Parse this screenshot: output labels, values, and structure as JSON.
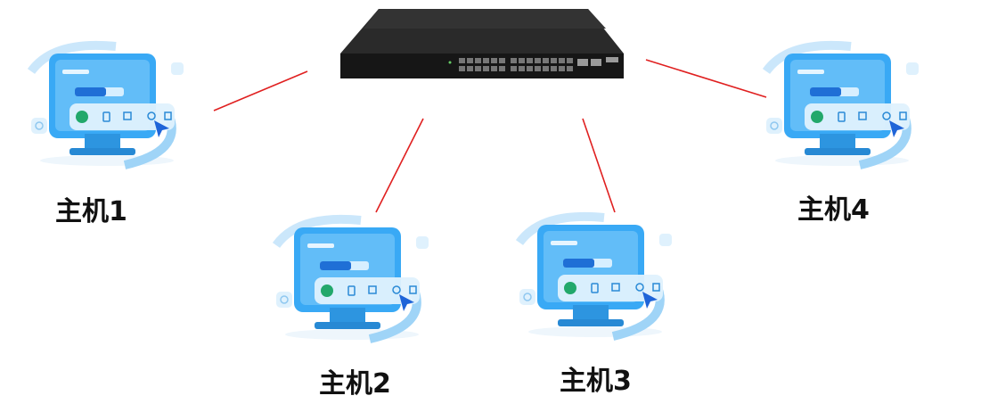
{
  "hosts": [
    {
      "label": "主机1"
    },
    {
      "label": "主机2"
    },
    {
      "label": "主机3"
    },
    {
      "label": "主机4"
    }
  ],
  "colors": {
    "link": "#e02020",
    "monitor": "#39a9f5",
    "monitor_light": "#bfe3fb",
    "switch_body": "#1f1f1f"
  },
  "icons": [
    "network-switch-icon",
    "computer-monitor-icon"
  ]
}
